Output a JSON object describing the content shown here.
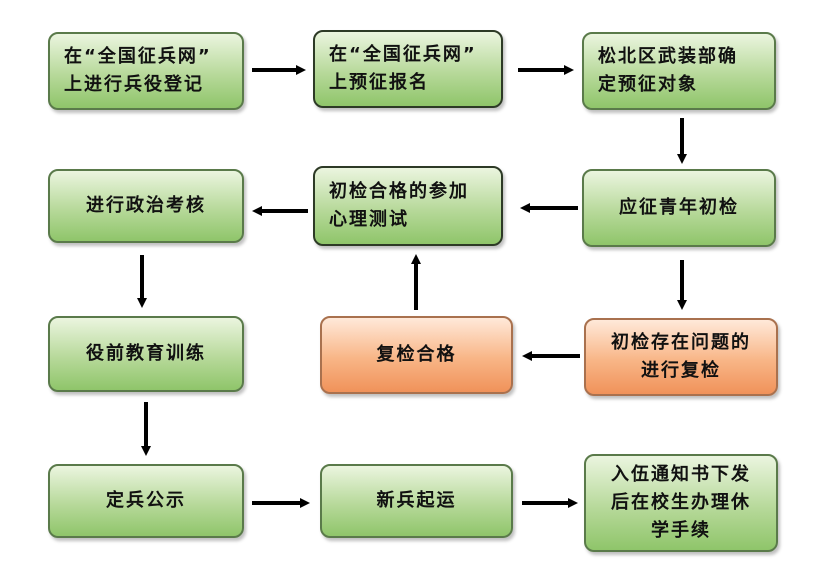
{
  "nodes": {
    "n1": "在“全国征兵网”\n上进行兵役登记",
    "n2": "在“全国征兵网”\n上预征报名",
    "n3": "松北区武装部确\n定预征对象",
    "n4": "应征青年初检",
    "n5": "初检合格的参加\n心理测试",
    "n6": "进行政治考核",
    "n7": "初检存在问题的\n进行复检",
    "n8": "复检合格",
    "n9": "役前教育训练",
    "n10": "定兵公示",
    "n11": "新兵起运",
    "n12": "入伍通知书下发\n后在校生办理休\n学手续"
  },
  "colors": {
    "green_fill": "#a9d18e",
    "orange_fill": "#f4a36f",
    "arrow": "#000000"
  }
}
